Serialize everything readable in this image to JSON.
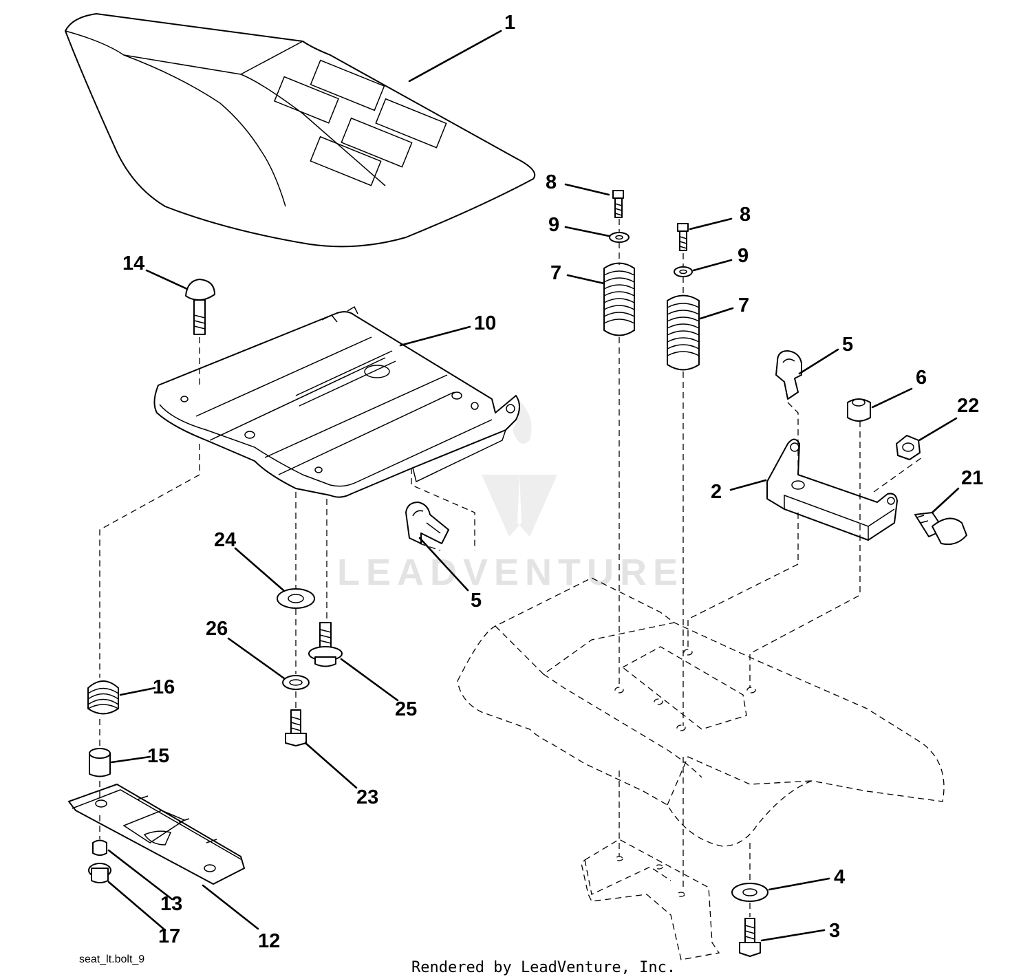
{
  "diagram": {
    "drawing_code": "seat_lt.bolt_9",
    "rendered_by": "Rendered by LeadVenture, Inc.",
    "watermark": "LEADVENTURE",
    "callouts": [
      {
        "id": "c1",
        "label": "1"
      },
      {
        "id": "c2",
        "label": "2"
      },
      {
        "id": "c3",
        "label": "3"
      },
      {
        "id": "c4",
        "label": "4"
      },
      {
        "id": "c5a",
        "label": "5"
      },
      {
        "id": "c5b",
        "label": "5"
      },
      {
        "id": "c6",
        "label": "6"
      },
      {
        "id": "c7a",
        "label": "7"
      },
      {
        "id": "c7b",
        "label": "7"
      },
      {
        "id": "c8a",
        "label": "8"
      },
      {
        "id": "c8b",
        "label": "8"
      },
      {
        "id": "c9a",
        "label": "9"
      },
      {
        "id": "c9b",
        "label": "9"
      },
      {
        "id": "c10",
        "label": "10"
      },
      {
        "id": "c12",
        "label": "12"
      },
      {
        "id": "c13",
        "label": "13"
      },
      {
        "id": "c14",
        "label": "14"
      },
      {
        "id": "c15",
        "label": "15"
      },
      {
        "id": "c16",
        "label": "16"
      },
      {
        "id": "c17",
        "label": "17"
      },
      {
        "id": "c21",
        "label": "21"
      },
      {
        "id": "c22",
        "label": "22"
      },
      {
        "id": "c23",
        "label": "23"
      },
      {
        "id": "c24",
        "label": "24"
      },
      {
        "id": "c25",
        "label": "25"
      },
      {
        "id": "c26",
        "label": "26"
      }
    ]
  }
}
